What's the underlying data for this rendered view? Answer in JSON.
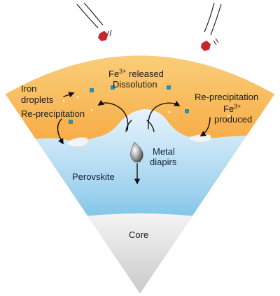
{
  "labels": {
    "iron_droplets_line1": "Iron",
    "iron_droplets_line2": "droplets",
    "re_precipitation_left": "Re-precipitation",
    "fe_released_prefix": "Fe",
    "fe_released_sup": "3+",
    "fe_released_suffix": " released",
    "dissolution": "Dissolution",
    "re_precipitation_right": "Re-precipitation",
    "fe_produced_prefix": "Fe",
    "fe_produced_sup": "3+",
    "fe_produced_line2": "produced",
    "metal_diapirs_line1": "Metal",
    "metal_diapirs_line2": "diapirs",
    "perovskite": "Perovskite",
    "core": "Core"
  },
  "colors": {
    "magma_top": "#fbe39a",
    "magma_mid": "#f7a43a",
    "magma_bottom": "#f07a14",
    "mantle_top": "#e7f4fc",
    "mantle_mid": "#9fd2ee",
    "mantle_bottom": "#1f9ad6",
    "core_top": "#f4f4f4",
    "core_bottom": "#c9c9c9",
    "iron_crystal": "#2a8fb0",
    "impactor": "#c8242d"
  },
  "icons": {
    "impactor_left": "impactor-icon",
    "impactor_right": "impactor-icon",
    "diapir": "metal-diapir-icon"
  }
}
